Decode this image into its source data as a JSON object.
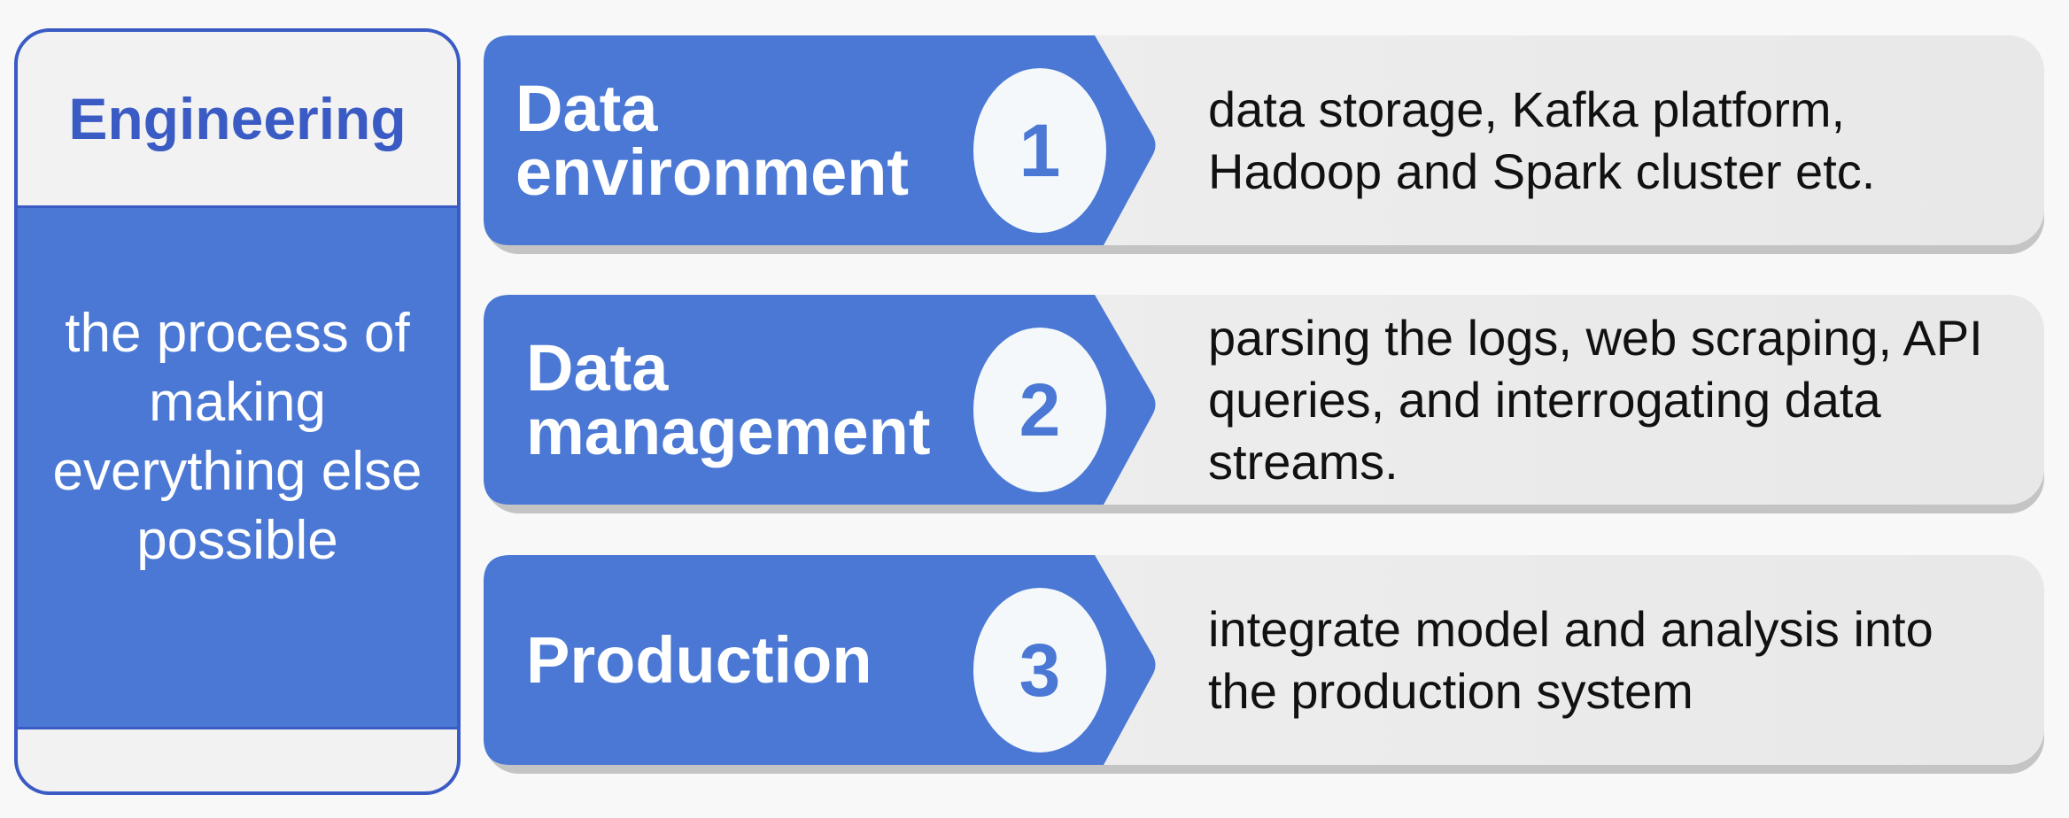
{
  "header": {
    "title": "Engineering",
    "description": "the process of\nmaking\neverything else\npossible"
  },
  "steps": [
    {
      "number": "1",
      "label": "Data\nenvironment",
      "description": "data storage, Kafka platform,\nHadoop and Spark cluster etc."
    },
    {
      "number": "2",
      "label": "Data\nmanagement",
      "description": "parsing the logs, web scraping, API\nqueries, and interrogating data\nstreams."
    },
    {
      "number": "3",
      "label": "Production",
      "description": "integrate model and analysis into\nthe production system"
    }
  ],
  "colors": {
    "accent_blue": "#4a78d4",
    "border_blue": "#3a5bc4",
    "band_grey": "#ebebeb"
  }
}
